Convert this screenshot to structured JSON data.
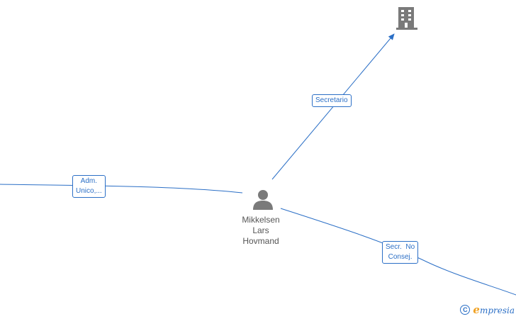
{
  "colors": {
    "edge": "#2b6fc6",
    "icon": "#7a7a7a",
    "text": "#555555",
    "brand_accent": "#f0a020"
  },
  "person": {
    "icon": "person-icon",
    "name_lines": [
      "Mikkelsen",
      "Lars",
      "Hovmand"
    ]
  },
  "company": {
    "icon": "building-icon"
  },
  "edges": [
    {
      "id": "secretario",
      "label_lines": [
        "Secretario"
      ]
    },
    {
      "id": "adm-unico",
      "label_lines": [
        "Adm.",
        "Unico,..."
      ]
    },
    {
      "id": "secr-no-consej",
      "label_lines": [
        "Secr.  No",
        "Consej."
      ]
    }
  ],
  "watermark": {
    "copyright_symbol": "C",
    "brand_first": "e",
    "brand_rest": "mpresia"
  }
}
